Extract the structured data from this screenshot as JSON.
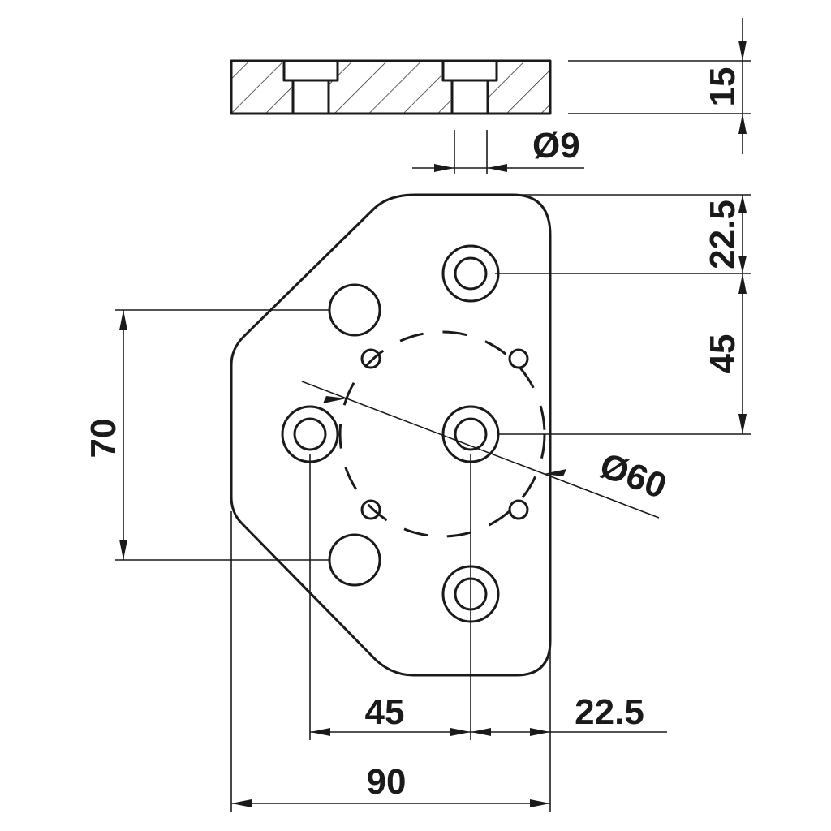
{
  "dimensions": {
    "thickness": "15",
    "hole_diameter": "Ø9",
    "top_offset": "22.5",
    "vertical_pitch": "45",
    "outer_hole_spacing": "70",
    "pcd": "Ø60",
    "horizontal_pitch": "45",
    "right_offset": "22.5",
    "overall_width": "90"
  }
}
